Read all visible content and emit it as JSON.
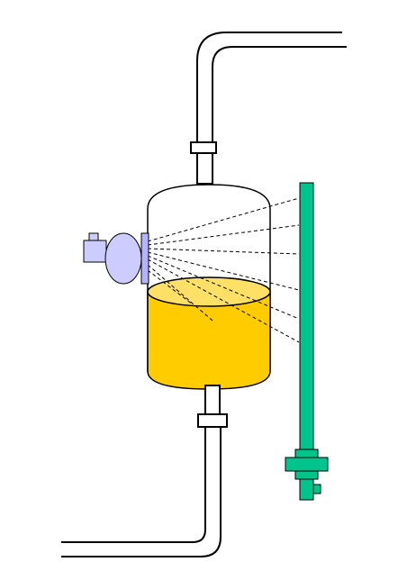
{
  "diagram": {
    "labels": [],
    "colors": {
      "background": "#ffffff",
      "outline": "#000000",
      "liquid": "#ffcc00",
      "liquid_surface": "#ffe066",
      "detector_bar": "#00c48c",
      "source_body": "#ccccff",
      "source_plate": "#b3b3ff"
    },
    "components": [
      {
        "name": "inlet-pipe",
        "icon": "pipe-bend"
      },
      {
        "name": "inlet-flange",
        "icon": "flange"
      },
      {
        "name": "tank-vessel",
        "icon": "tank"
      },
      {
        "name": "tank-liquid",
        "icon": "liquid"
      },
      {
        "name": "radiation-source",
        "icon": "source-housing"
      },
      {
        "name": "radiation-beams",
        "icon": "dashed-lines",
        "count": 8
      },
      {
        "name": "detector-bar",
        "icon": "detector-rod"
      },
      {
        "name": "outlet-flange",
        "icon": "flange"
      },
      {
        "name": "outlet-pipe",
        "icon": "pipe-bend"
      }
    ]
  }
}
